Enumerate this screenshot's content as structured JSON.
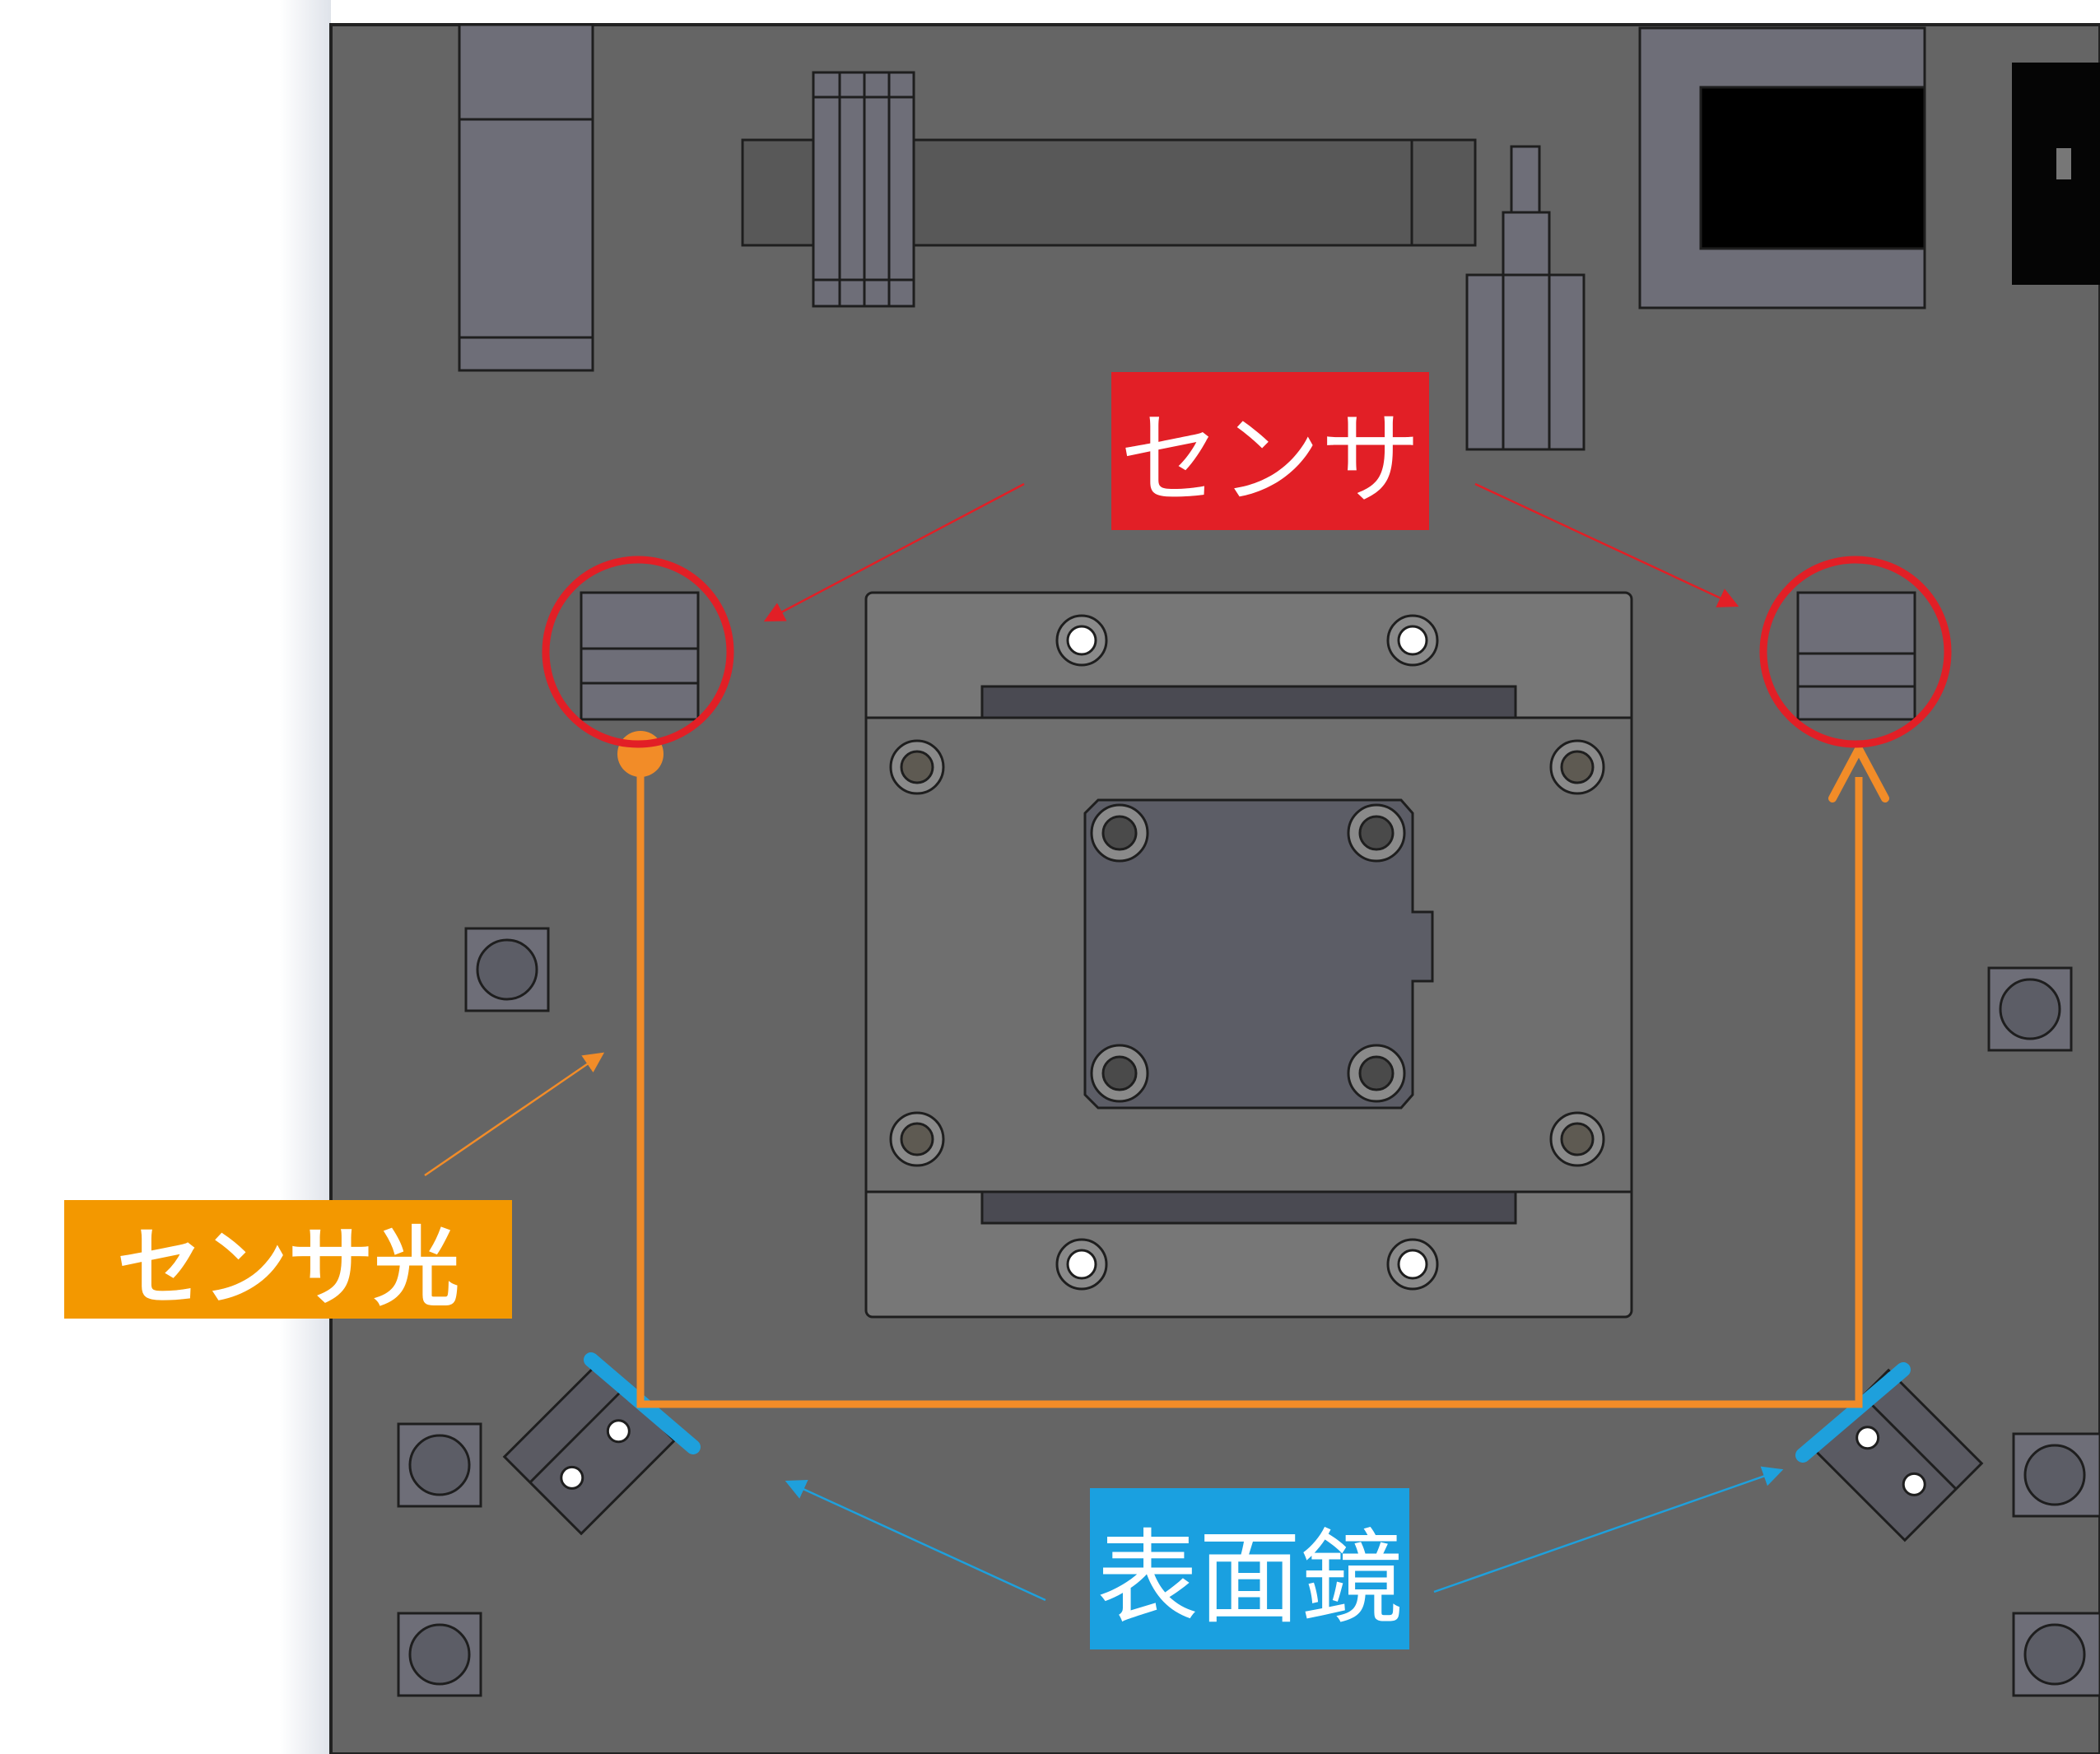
{
  "labels": {
    "sensor": "センサ",
    "sensor_light": "センサ光",
    "surface_mirror": "表面鏡"
  },
  "colors": {
    "background": "#ffffff",
    "plate": "#656565",
    "part_fill": "#6e6e78",
    "stage_outer": "#777777",
    "stage_inner": "#5c5d66",
    "sensor_red": "#e21f26",
    "light_orange": "#f28c28",
    "sensor_light_label_bg": "#f39800",
    "mirror_blue": "#1ea0dc",
    "mirror_label_bg": "#1aa0e0"
  },
  "icons": {
    "sensor_marker": "red-circle-icon",
    "mirror_marker": "blue-bar-icon"
  }
}
